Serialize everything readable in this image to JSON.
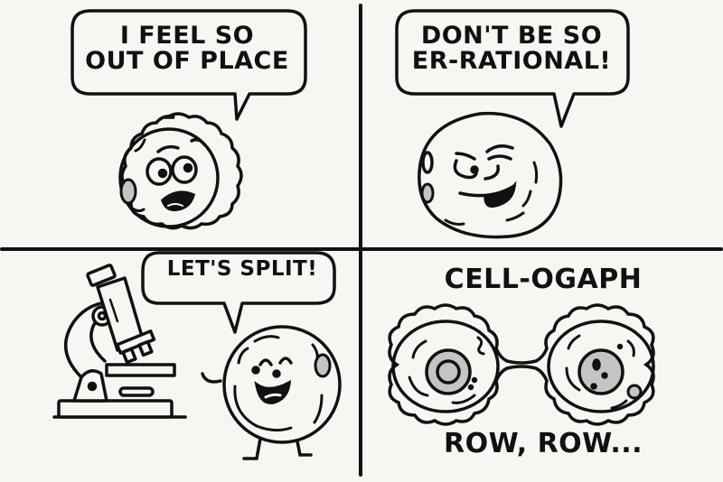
{
  "comic": {
    "panels": [
      {
        "id": "panel-1",
        "bubble_lines": [
          "I FEEL SO",
          "OUT OF PLACE"
        ],
        "character": "worried-cell",
        "expression": "anxious"
      },
      {
        "id": "panel-2",
        "bubble_lines": [
          "DON'T BE SO",
          "ER-RATIONAL!"
        ],
        "character": "smug-cell",
        "expression": "smirking-wink"
      },
      {
        "id": "panel-3",
        "bubble_lines": [
          "LET'S SPLIT!"
        ],
        "props": [
          "microscope"
        ],
        "character": "happy-waving-cell",
        "expression": "laughing"
      },
      {
        "id": "panel-4",
        "caption_top": "CELL-OGAPH",
        "caption_bottom": "ROW, ROW...",
        "character": "dividing-cells"
      }
    ],
    "colors": {
      "background": "#f7f6f2",
      "ink": "#111111",
      "gray_fill": "#c4c4c4"
    }
  }
}
